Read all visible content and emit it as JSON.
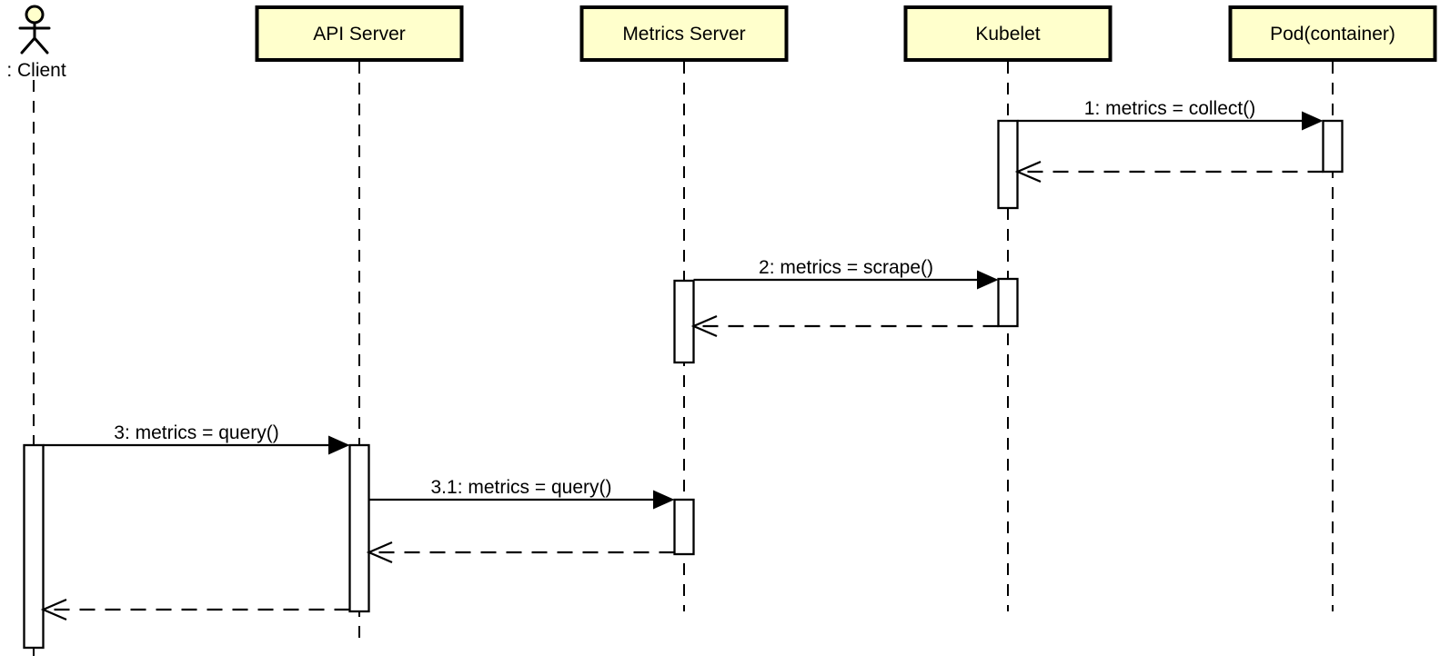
{
  "diagram_type": "uml-sequence-diagram",
  "actor": {
    "label": ": Client"
  },
  "participants": [
    {
      "id": "api-server",
      "label": "API Server"
    },
    {
      "id": "metrics-server",
      "label": "Metrics Server"
    },
    {
      "id": "kubelet",
      "label": "Kubelet"
    },
    {
      "id": "pod",
      "label": "Pod(container)"
    }
  ],
  "messages": [
    {
      "label": "1: metrics = collect()",
      "from": "Kubelet",
      "to": "Pod(container)",
      "kind": "sync"
    },
    {
      "label": "",
      "from": "Pod(container)",
      "to": "Kubelet",
      "kind": "return"
    },
    {
      "label": "2: metrics = scrape()",
      "from": "Metrics Server",
      "to": "Kubelet",
      "kind": "sync"
    },
    {
      "label": "",
      "from": "Kubelet",
      "to": "Metrics Server",
      "kind": "return"
    },
    {
      "label": "3: metrics = query()",
      "from": ": Client",
      "to": "API Server",
      "kind": "sync"
    },
    {
      "label": "3.1: metrics = query()",
      "from": "API Server",
      "to": "Metrics Server",
      "kind": "sync"
    },
    {
      "label": "",
      "from": "Metrics Server",
      "to": "API Server",
      "kind": "return"
    },
    {
      "label": "",
      "from": "API Server",
      "to": ": Client",
      "kind": "return"
    }
  ],
  "colors": {
    "participant_fill": "#FFFFCC",
    "activation_fill": "#FFFFFF",
    "line": "#000000",
    "background": "#FFFFFF"
  }
}
